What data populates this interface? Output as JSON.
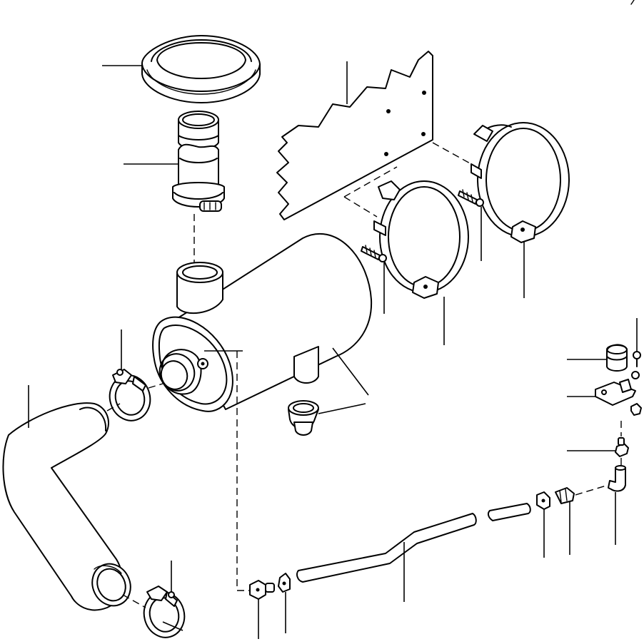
{
  "diagram": {
    "type": "exploded-parts-view",
    "line_color": "#000000",
    "background": "#ffffff",
    "components": [
      "rain-cap",
      "pre-cleaner-tube",
      "upper-clamp",
      "mounting-bracket-plate",
      "band-bracket-front",
      "band-bracket-rear",
      "air-cleaner-housing",
      "end-cover",
      "dust-valve",
      "hose-clamp-upper",
      "elbow-hose",
      "hose-clamp-lower",
      "restriction-indicator",
      "indicator-bracket",
      "adapter-fitting",
      "elbow-fitting",
      "nipple",
      "nut",
      "short-tube",
      "long-tube",
      "connector-nut",
      "connector-fitting"
    ]
  }
}
